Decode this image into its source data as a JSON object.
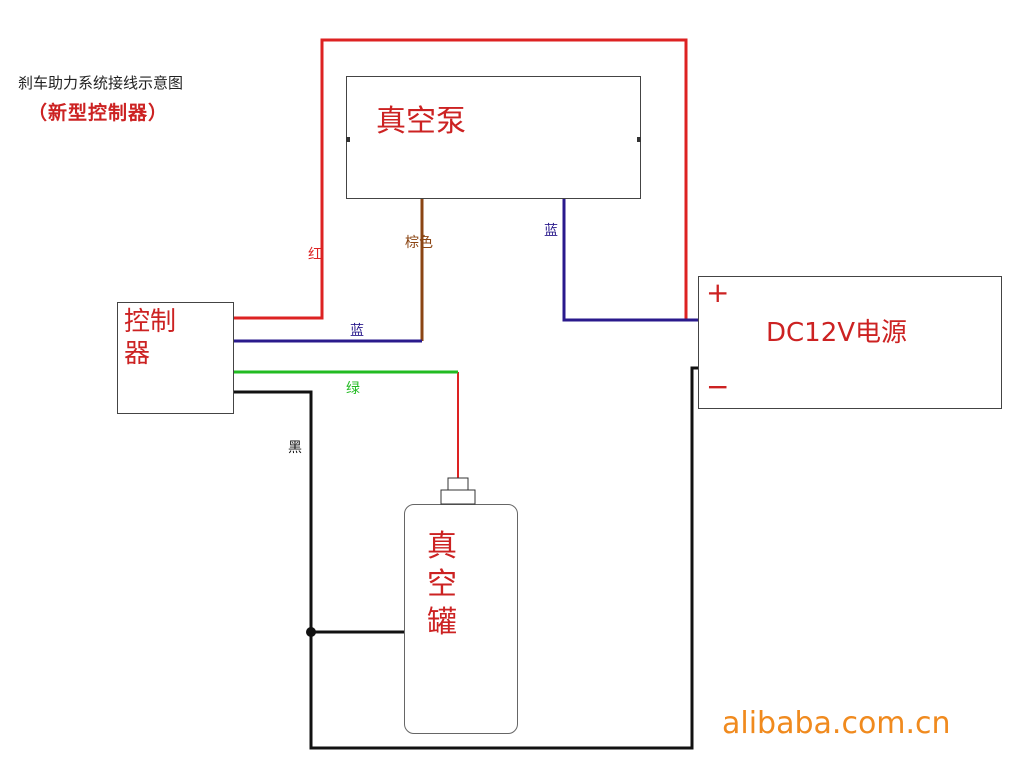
{
  "title": {
    "main": "刹车助力系统接线示意图",
    "sub": "（新型控制器）"
  },
  "components": {
    "vacuum_pump": "真空泵",
    "controller": "控制器",
    "power_supply": "DC12V电源",
    "vacuum_tank": "真空罐"
  },
  "terminals": {
    "positive": "+",
    "negative": "−"
  },
  "wire_labels": {
    "red": "红",
    "brown": "棕色",
    "blue_pump": "蓝",
    "blue_ctrl": "蓝",
    "green": "绿",
    "black": "黑"
  },
  "colors": {
    "red": "#dd2222",
    "blue": "#2a1a8c",
    "brown": "#8b4513",
    "green": "#22bb22",
    "black": "#111111"
  },
  "watermark": "alibaba.com.cn"
}
